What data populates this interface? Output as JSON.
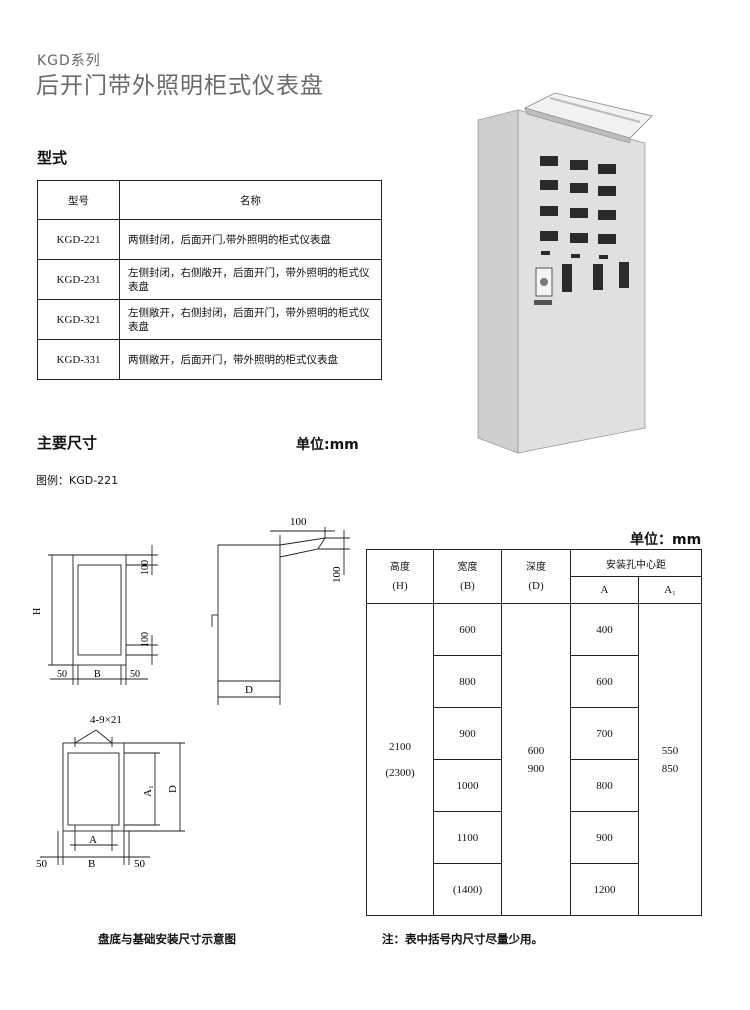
{
  "header": {
    "series": "KGD系列",
    "title": "后开门带外照明柜式仪表盘"
  },
  "section_model": "型式",
  "model_table": {
    "headers": [
      "型号",
      "名称"
    ],
    "rows": [
      {
        "model": "KGD-221",
        "name": "两侧封闭，后面开门,带外照明的柜式仪表盘"
      },
      {
        "model": "KGD-231",
        "name": "左侧封闭，右侧敞开，后面开门，带外照明的柜式仪表盘"
      },
      {
        "model": "KGD-321",
        "name": "左侧敞开，右侧封闭，后面开门，带外照明的柜式仪表盘"
      },
      {
        "model": "KGD-331",
        "name": "两侧敞开，后面开门，带外照明的柜式仪表盘"
      }
    ]
  },
  "section_dims": "主要尺寸",
  "unit_label": "单位:mm",
  "example_label": "图例：KGD-221",
  "unit_label2": "单位：mm",
  "drawing_labels": {
    "front": {
      "h": "H",
      "top100": "100",
      "bot100": "100",
      "b": "B",
      "left50": "50",
      "right50": "50"
    },
    "side": {
      "top100": "100",
      "right100": "100",
      "d": "D"
    },
    "base": {
      "holes": "4-9×21",
      "a1": "A₁",
      "d": "D",
      "a": "A",
      "b": "B",
      "left50": "50",
      "right50": "50"
    }
  },
  "dim_table": {
    "h_header": "高度",
    "h_sym": "(H)",
    "b_header": "宽度",
    "b_sym": "(B)",
    "d_header": "深度",
    "d_sym": "(D)",
    "hole_header": "安装孔中心距",
    "a_header": "A",
    "a1_header": "A₁",
    "h_values": [
      "2100",
      "(2300)"
    ],
    "b_values": [
      "600",
      "800",
      "900",
      "1000",
      "1100",
      "(1400)"
    ],
    "d_values": [
      "600",
      "900"
    ],
    "a_values": [
      "400",
      "600",
      "700",
      "800",
      "900",
      "1200"
    ],
    "a1_values": [
      "550",
      "850"
    ]
  },
  "caption_left": "盘底与基础安装尺寸示意图",
  "caption_right": "注：表中括号内尺寸尽量少用。",
  "colors": {
    "title_gray": "#6a6a6a",
    "cabinet_body": "#dcdcdc",
    "cabinet_side": "#c8c8c8",
    "meter": "#2a2a2a"
  }
}
